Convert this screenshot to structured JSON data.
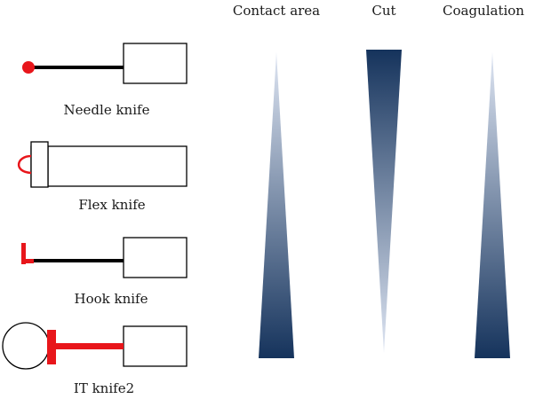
{
  "columns": {
    "contact_area": "Contact area",
    "cut": "Cut",
    "coagulation": "Coagulation"
  },
  "knives": [
    {
      "name": "Needle knife"
    },
    {
      "name": "Flex knife"
    },
    {
      "name": "Hook knife"
    },
    {
      "name": "IT knife2"
    }
  ],
  "colors": {
    "accent_red": "#e8161b",
    "line_black": "#000000",
    "gradient_dark": "#15335c",
    "gradient_light": "#dfe6f3"
  }
}
